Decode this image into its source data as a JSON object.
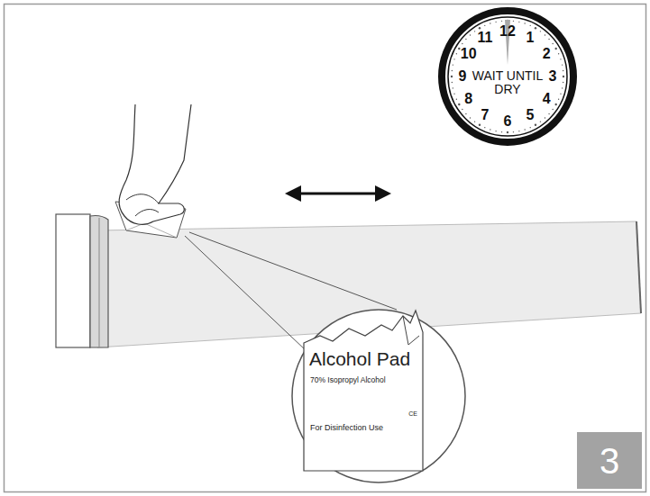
{
  "diagram": {
    "nodes": [
      {
        "text": [
          "12",
          "1",
          "2",
          "3",
          "4",
          "5",
          "6",
          "7",
          "8",
          "9",
          "10",
          "11",
          "WAIT UNTIL DRY"
        ]
      },
      {
        "text": [
          "Alcohol Pad",
          "70% Isopropyl Alcohol",
          "CE",
          "For Disinfection Use"
        ]
      },
      {
        "text": [
          "3"
        ]
      }
    ]
  }
}
